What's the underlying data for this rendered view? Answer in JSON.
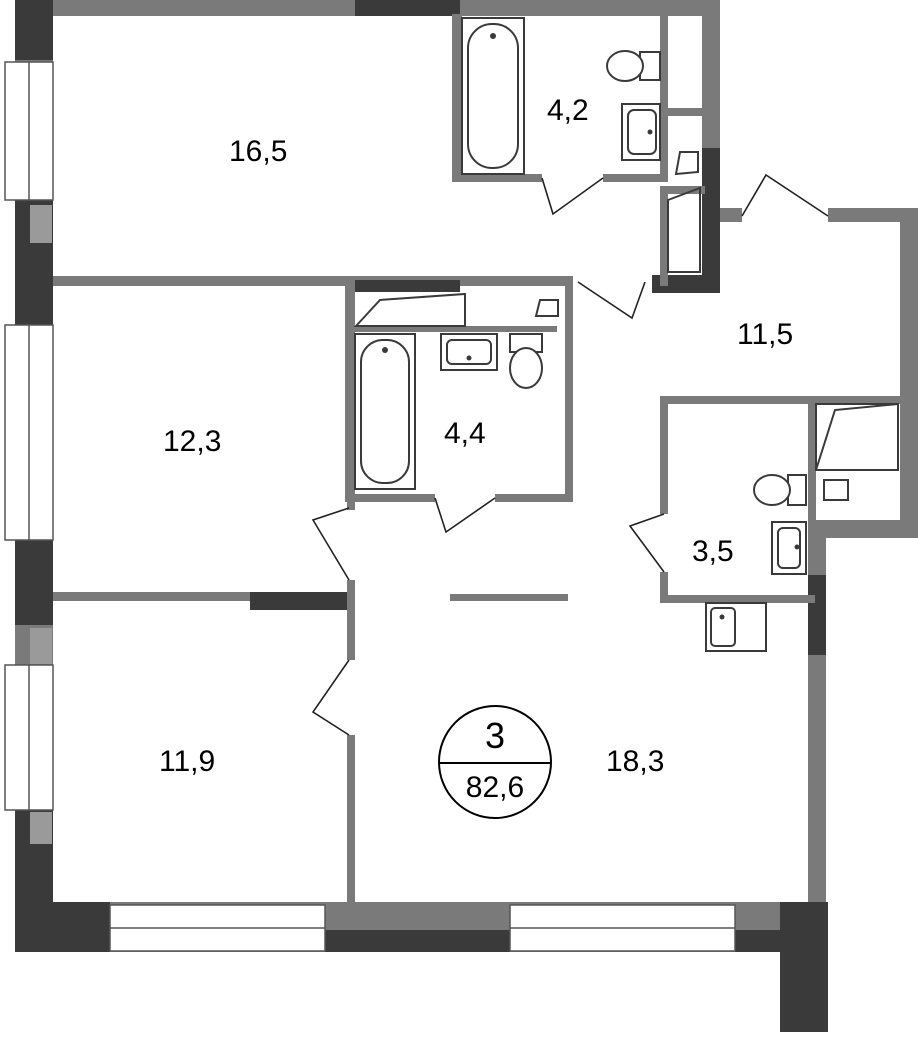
{
  "colors": {
    "wall": "#7a7a7a",
    "wall_dark": "#3a3a3a",
    "fixture_stroke": "#3a3a3a",
    "background": "#ffffff"
  },
  "rooms": [
    {
      "id": "bedroom-top",
      "area": "16,5"
    },
    {
      "id": "bathroom-top",
      "area": "4,2"
    },
    {
      "id": "hallway",
      "area": "11,5"
    },
    {
      "id": "bedroom-middle",
      "area": "12,3"
    },
    {
      "id": "bathroom-middle",
      "area": "4,4"
    },
    {
      "id": "wc",
      "area": "3,5"
    },
    {
      "id": "bedroom-bottom",
      "area": "11,9"
    },
    {
      "id": "kitchen-living",
      "area": "18,3"
    }
  ],
  "apartment": {
    "rooms_count": "3",
    "total_area": "82,6"
  }
}
